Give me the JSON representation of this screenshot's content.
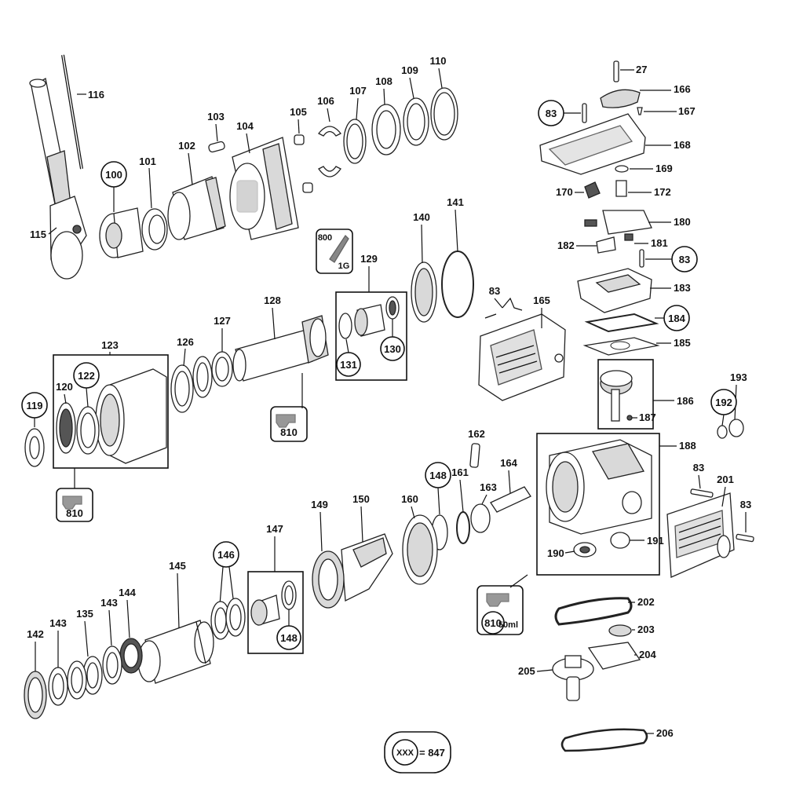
{
  "labels": {
    "l27": "27",
    "l166": "166",
    "l83a": "83",
    "l167": "167",
    "l168": "168",
    "l169": "169",
    "l170": "170",
    "l172": "172",
    "l180": "180",
    "l182": "182",
    "l181": "181",
    "l83b": "83",
    "l183": "183",
    "l184": "184",
    "l185": "185",
    "l186": "186",
    "l187": "187",
    "l193": "193",
    "l192": "192",
    "l188": "188",
    "l83c": "83",
    "l201": "201",
    "l83d": "83",
    "l191": "191",
    "l190": "190",
    "l202": "202",
    "l203": "203",
    "l204": "204",
    "l205": "205",
    "l206": "206",
    "l116": "116",
    "l115": "115",
    "l100": "100",
    "l101": "101",
    "l102": "102",
    "l103": "103",
    "l104": "104",
    "l105": "105",
    "l106": "106",
    "l107": "107",
    "l108": "108",
    "l109": "109",
    "l110": "110",
    "l800": "800",
    "l1g": "1G",
    "l129": "129",
    "l140": "140",
    "l141": "141",
    "l83e": "83",
    "l165": "165",
    "l131": "131",
    "l130": "130",
    "l128": "128",
    "l127": "127",
    "l126": "126",
    "l123": "123",
    "l122": "122",
    "l120": "120",
    "l119": "119",
    "l810a": "810",
    "l810b": "810",
    "l162": "162",
    "l164": "164",
    "l148a": "148",
    "l161": "161",
    "l163": "163",
    "l160": "160",
    "l150": "150",
    "l149": "149",
    "l147": "147",
    "l148b": "148",
    "l146": "146",
    "l145": "145",
    "l144": "144",
    "l143a": "143",
    "l135": "135",
    "l143b": "143",
    "l142": "142",
    "l810c": "810",
    "l50ml": "50ml",
    "legend_xxx": "XXX",
    "legend_eq": "= 847"
  }
}
